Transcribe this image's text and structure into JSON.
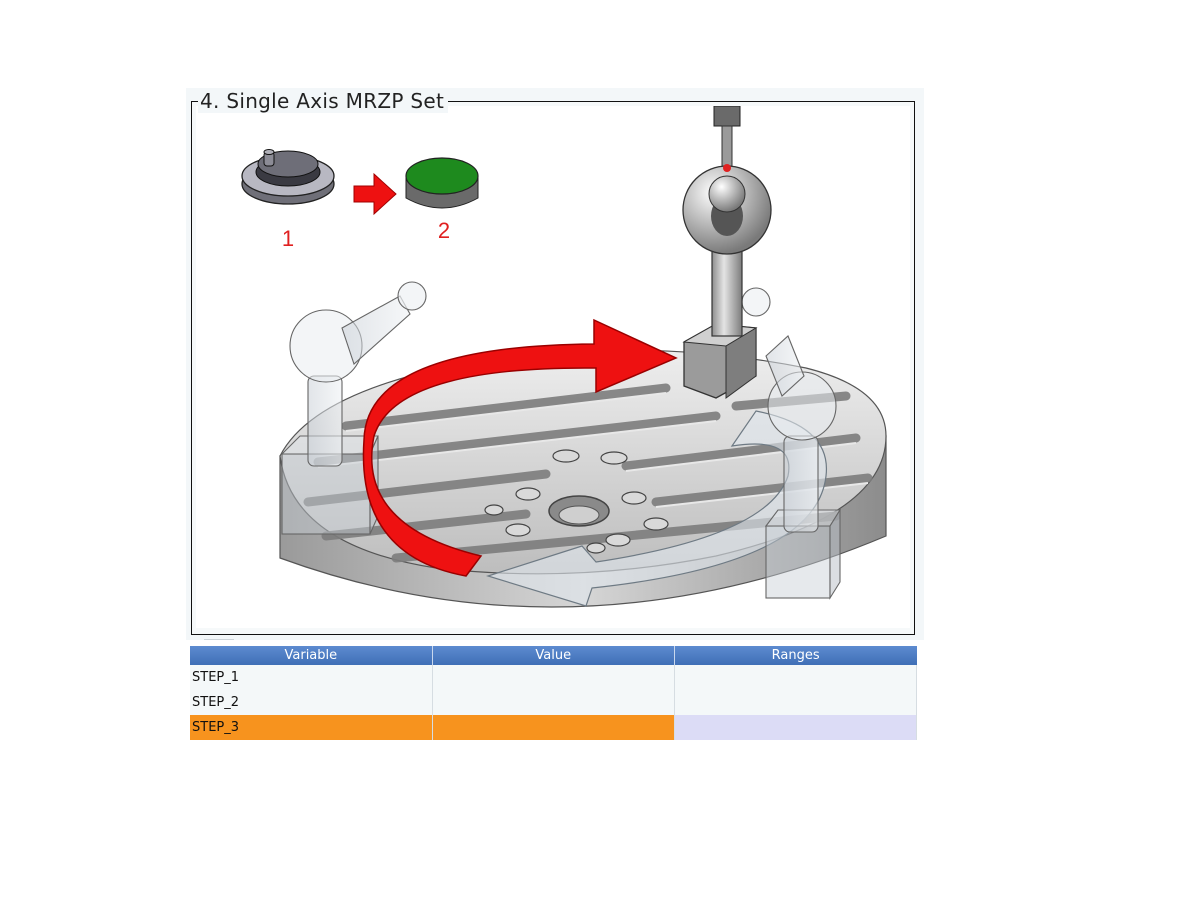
{
  "panel": {
    "title": "4. Single Axis MRZP Set"
  },
  "illustration": {
    "step_labels": [
      "1",
      "2"
    ],
    "colors": {
      "step_label": "#e02020",
      "arrow": "#ee1111",
      "cycle_start_button": "#1e8a1e",
      "handle_jog": "#5a5a62"
    },
    "icons": [
      "handle-jog-icon",
      "cycle-start-button-icon",
      "step-arrow-icon"
    ]
  },
  "table": {
    "headers": [
      "Variable",
      "Value",
      "Ranges"
    ],
    "rows": [
      {
        "variable": "STEP_1",
        "value": "",
        "ranges": ""
      },
      {
        "variable": "STEP_2",
        "value": "",
        "ranges": ""
      },
      {
        "variable": "STEP_3",
        "value": "",
        "ranges": ""
      }
    ],
    "selected_row": "STEP_3",
    "colors": {
      "header": "#4a7cc4",
      "selected_row": "#f7931e",
      "selected_range_cell": "#dcdcf6"
    }
  }
}
